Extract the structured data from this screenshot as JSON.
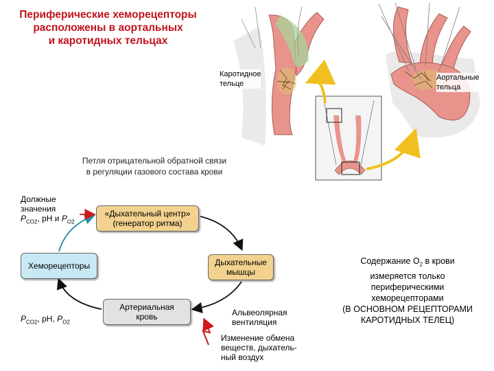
{
  "title": {
    "line1": "Периферические хеморецепторы",
    "line2": "расположены в аортальных",
    "line3": "и каротидных тельцах"
  },
  "anatomy": {
    "carotid_label_1": "Каротидное",
    "carotid_label_2": "тельце",
    "aortic_label_1": "Аортальные",
    "aortic_label_2": "тельца"
  },
  "loop": {
    "caption_1": "Петля отрицательной обратной связи",
    "caption_2": "в регуляции газового состава крови",
    "due_1": "Должные",
    "due_2": "значения",
    "due_p": "P",
    "due_co2": "CO2",
    "due_mid": ", pH и ",
    "due_p2": "P",
    "due_o2": "O2",
    "resp_center_1": "«Дыхательный центр»",
    "resp_center_2": "(генератор ритма)",
    "chemoreceptors": "Хеморецепторы",
    "muscles_1": "Дыхательные",
    "muscles_2": "мышцы",
    "blood_1": "Артериальная",
    "blood_2": "кровь",
    "blood_p": "P",
    "blood_co2": "CO2",
    "blood_mid": ", pH, ",
    "blood_p2": "P",
    "blood_o2": "O2",
    "alveolar_1": "Альвеолярная",
    "alveolar_2": "вентиляция",
    "change_1": "Изменение обмена",
    "change_2": "веществ, дыхатель-",
    "change_3": "ный воздух"
  },
  "note": {
    "line1_a": "Содержание O",
    "line1_sub": "2",
    "line1_b": " в крови",
    "line2": "измеряется только",
    "line3": "периферическими",
    "line4": "хеморецепторами",
    "line5": "(В ОСНОВНОМ РЕЦЕПТОРАМИ",
    "line6": "КАРОТИДНЫХ ТЕЛЕЦ)"
  },
  "colors": {
    "title": "#c0141c",
    "artery": "#e8948c",
    "nerve_green": "#a8d49a",
    "box_orange": "#f2d28e",
    "box_blue": "#c8e8f4",
    "box_gray": "#e2e2e2",
    "arrow_red": "#d01818",
    "arrow_teal": "#2a8aa8",
    "arrow_yellow": "#f0c020"
  }
}
